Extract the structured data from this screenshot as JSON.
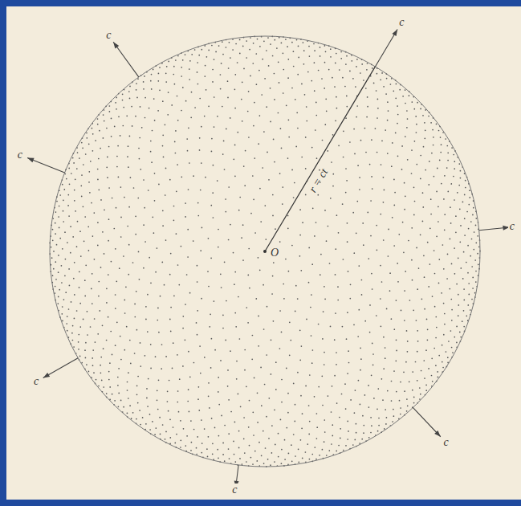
{
  "diagram": {
    "labels": [
      "c",
      "c",
      "c",
      "r = ct",
      "O",
      "c",
      "c",
      "c",
      "c"
    ]
  }
}
